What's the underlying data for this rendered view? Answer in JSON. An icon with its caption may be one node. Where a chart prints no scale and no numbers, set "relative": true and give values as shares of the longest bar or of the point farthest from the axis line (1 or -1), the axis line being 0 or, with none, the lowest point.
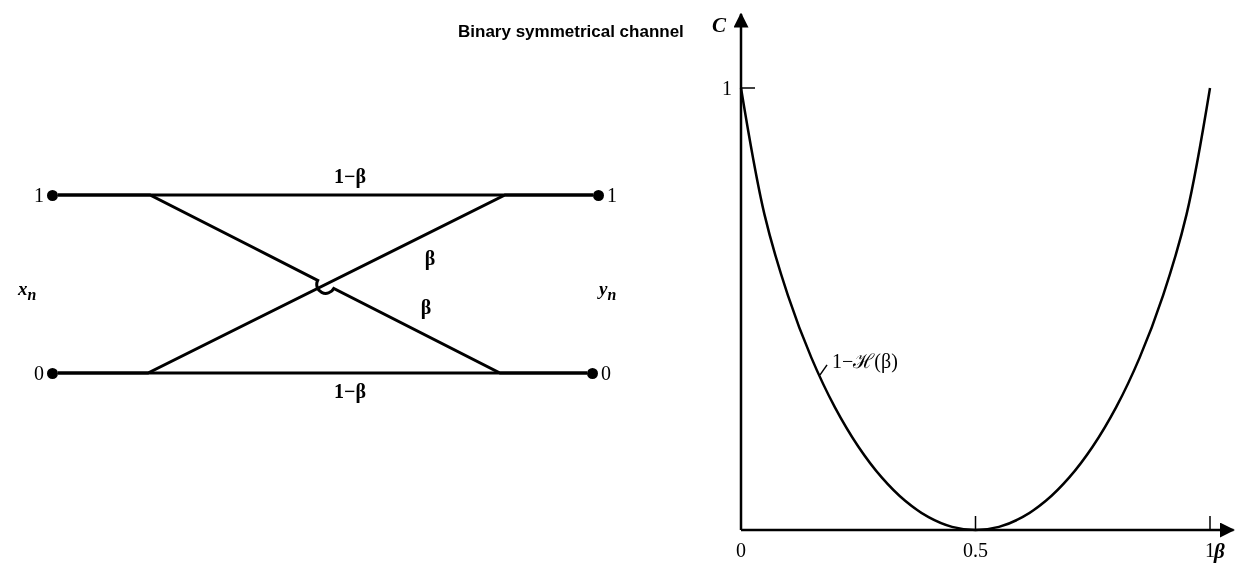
{
  "diagram": {
    "title": "Binary symmetrical channel",
    "nodes": [
      {
        "text": [
          "1"
        ]
      },
      {
        "text": [
          "1"
        ]
      },
      {
        "text": [
          "0"
        ]
      },
      {
        "text": [
          "0"
        ]
      }
    ],
    "edges": [
      {
        "from": 0,
        "to": 1,
        "arrow": "none",
        "label": "1−β"
      },
      {
        "from": 0,
        "to": 3,
        "arrow": "none",
        "label": "β"
      },
      {
        "from": 2,
        "to": 1,
        "arrow": "none",
        "label": "β"
      },
      {
        "from": 2,
        "to": 3,
        "arrow": "none",
        "label": "1−β"
      }
    ],
    "labels": [
      "x$_{n}$",
      "y$_{n}$"
    ],
    "chart_data": {
      "type": "line",
      "xlabel": "β",
      "ylabel": "C",
      "x": [
        0,
        0.05,
        0.1,
        0.15,
        0.2,
        0.25,
        0.3,
        0.35,
        0.4,
        0.45,
        0.5,
        0.55,
        0.6,
        0.65,
        0.7,
        0.75,
        0.8,
        0.85,
        0.9,
        0.95,
        1
      ],
      "series": [
        {
          "values": [
            1,
            0.714,
            0.531,
            0.39,
            0.278,
            0.189,
            0.119,
            0.066,
            0.029,
            0.007,
            0,
            0.007,
            0.029,
            0.066,
            0.119,
            0.189,
            0.278,
            0.39,
            0.531,
            0.714,
            1
          ]
        }
      ],
      "xlim": [
        0,
        1.05
      ],
      "xticks": [
        0,
        0.5,
        1
      ],
      "relative": true,
      "annotations": [
        "1−ℋ(β)",
        "1"
      ]
    }
  }
}
